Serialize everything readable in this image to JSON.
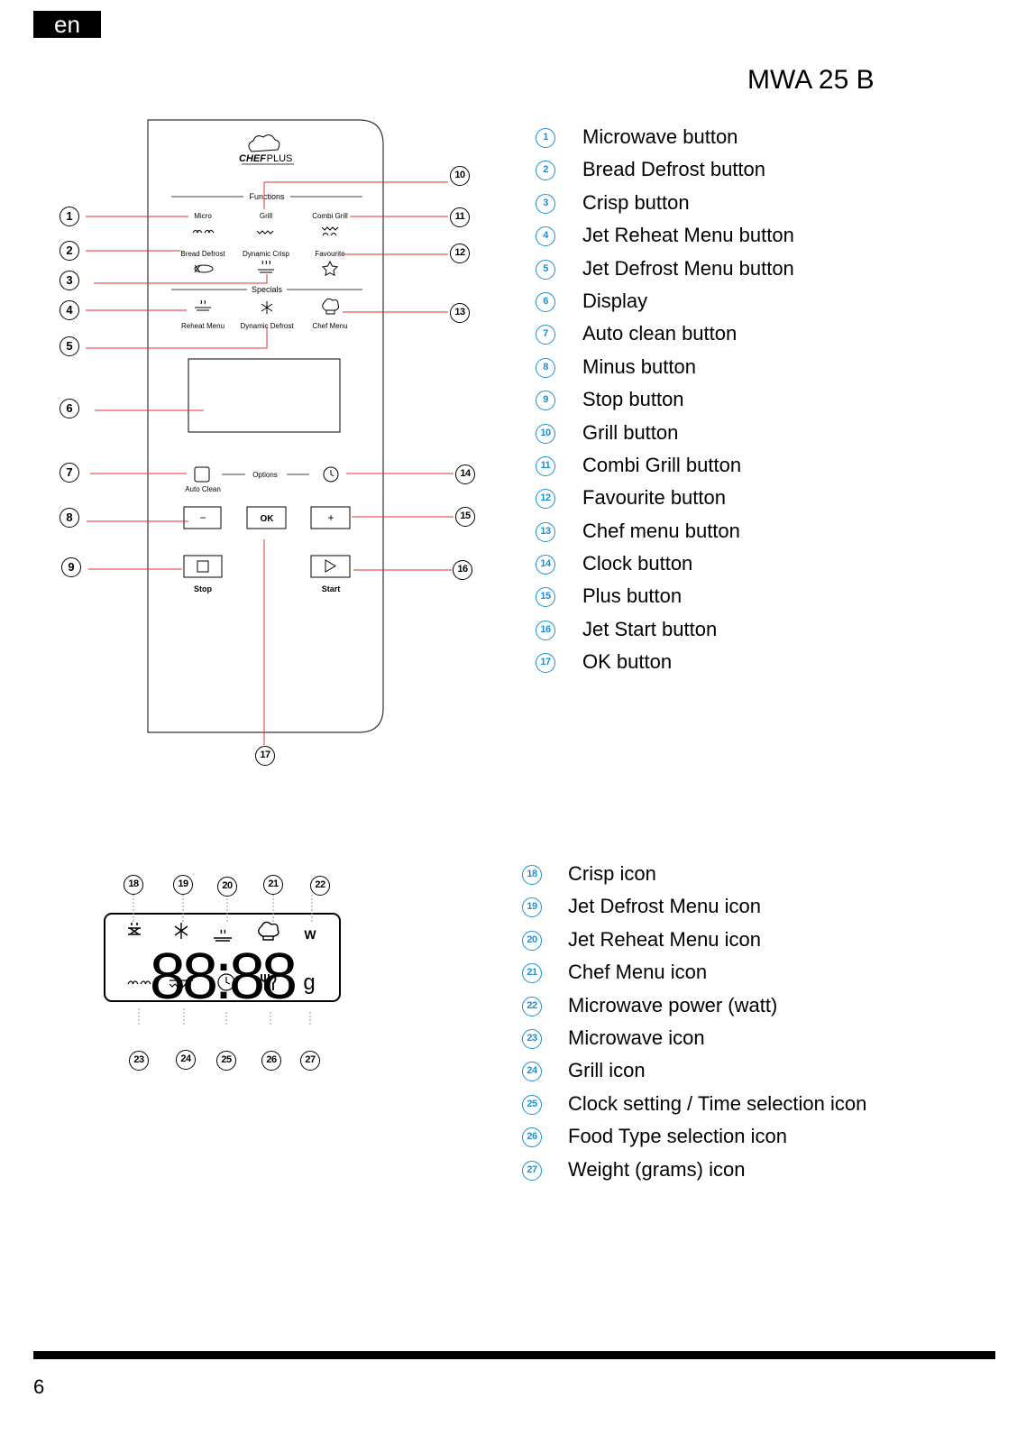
{
  "header": {
    "lang": "en",
    "model": "MWA 25 B"
  },
  "panel": {
    "brand_chef": "CHEF",
    "brand_plus": "PLUS",
    "functions": "Functions",
    "specials": "Specials",
    "options": "Options",
    "micro": "Micro",
    "grill": "Grill",
    "combi_grill": "Combi Grill",
    "bread_defrost": "Bread Defrost",
    "dynamic_crisp": "Dynamic Crisp",
    "favourite": "Favourite",
    "reheat_menu": "Reheat Menu",
    "dynamic_defrost": "Dynamic Defrost",
    "chef_menu": "Chef Menu",
    "auto_clean": "Auto Clean",
    "minus": "−",
    "ok": "OK",
    "plus": "+",
    "stop": "Stop",
    "start": "Start"
  },
  "lcd": {
    "digits": "88:88",
    "watt": "W",
    "grams": "g"
  },
  "buttons_legend": [
    {
      "n": "1",
      "label": "Microwave button"
    },
    {
      "n": "2",
      "label": "Bread Defrost button"
    },
    {
      "n": "3",
      "label": "Crisp button"
    },
    {
      "n": "4",
      "label": "Jet Reheat Menu button"
    },
    {
      "n": "5",
      "label": "Jet Defrost Menu button"
    },
    {
      "n": "6",
      "label": "Display"
    },
    {
      "n": "7",
      "label": "Auto clean button"
    },
    {
      "n": "8",
      "label": "Minus button"
    },
    {
      "n": "9",
      "label": "Stop button"
    },
    {
      "n": "10",
      "label": "Grill button"
    },
    {
      "n": "11",
      "label": "Combi Grill button"
    },
    {
      "n": "12",
      "label": "Favourite button"
    },
    {
      "n": "13",
      "label": "Chef menu button"
    },
    {
      "n": "14",
      "label": "Clock button"
    },
    {
      "n": "15",
      "label": "Plus button"
    },
    {
      "n": "16",
      "label": "Jet Start button"
    },
    {
      "n": "17",
      "label": "OK button"
    }
  ],
  "icons_legend": [
    {
      "n": "18",
      "label": "Crisp icon"
    },
    {
      "n": "19",
      "label": "Jet Defrost Menu icon"
    },
    {
      "n": "20",
      "label": "Jet Reheat Menu icon"
    },
    {
      "n": "21",
      "label": "Chef Menu icon"
    },
    {
      "n": "22",
      "label": "Microwave power (watt)"
    },
    {
      "n": "23",
      "label": "Microwave icon"
    },
    {
      "n": "24",
      "label": "Grill icon"
    },
    {
      "n": "25",
      "label": "Clock setting / Time selection icon"
    },
    {
      "n": "26",
      "label": "Food Type selection icon"
    },
    {
      "n": "27",
      "label": "Weight (grams) icon"
    }
  ],
  "callouts": {
    "c1": "1",
    "c2": "2",
    "c3": "3",
    "c4": "4",
    "c5": "5",
    "c6": "6",
    "c7": "7",
    "c8": "8",
    "c9": "9",
    "c10": "10",
    "c11": "11",
    "c12": "12",
    "c13": "13",
    "c14": "14",
    "c15": "15",
    "c16": "16",
    "c17": "17",
    "c18": "18",
    "c19": "19",
    "c20": "20",
    "c21": "21",
    "c22": "22",
    "c23": "23",
    "c24": "24",
    "c25": "25",
    "c26": "26",
    "c27": "27"
  },
  "footer": {
    "page_number": "6"
  },
  "colors": {
    "leader_line": "#e0312b",
    "legend_number": "#1a8fd6"
  }
}
